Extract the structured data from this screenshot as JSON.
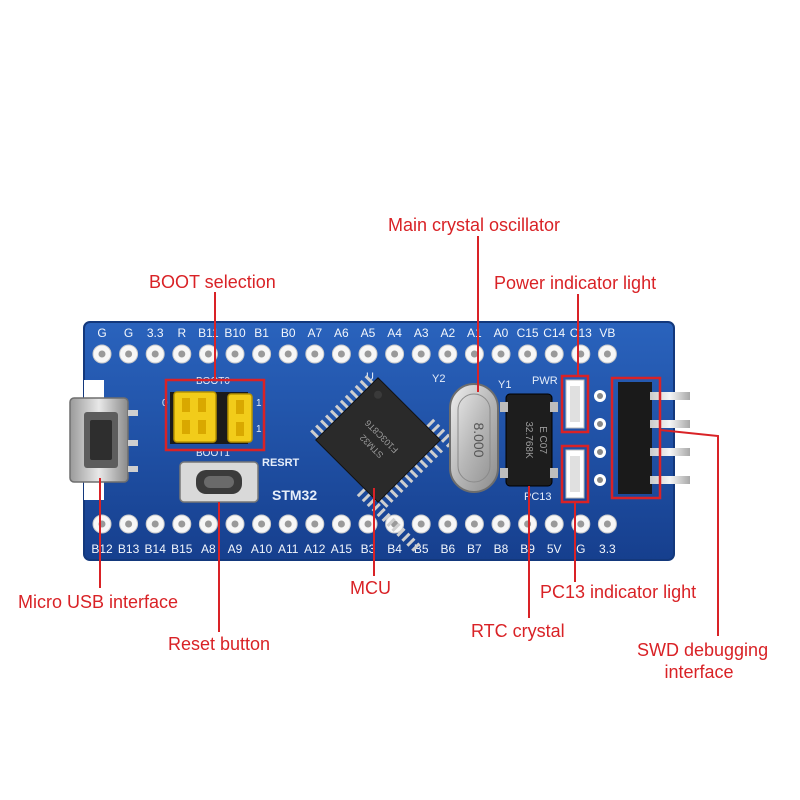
{
  "board": {
    "top_pins": [
      "G",
      "G",
      "3.3",
      "R",
      "B11",
      "B10",
      "B1",
      "B0",
      "A7",
      "A6",
      "A5",
      "A4",
      "A3",
      "A2",
      "A1",
      "A0",
      "C15",
      "C14",
      "C13",
      "VB"
    ],
    "bottom_pins": [
      "B12",
      "B13",
      "B14",
      "B15",
      "A8",
      "A9",
      "A10",
      "A11",
      "A12",
      "A15",
      "B3",
      "B4",
      "B5",
      "B6",
      "B7",
      "B8",
      "B9",
      "5V",
      "G",
      "3.3"
    ],
    "silkscreen": {
      "boot0": "BOOT0",
      "boot1": "BOOT1",
      "resrt": "RESRT",
      "stm32": "STM32",
      "u": "U",
      "y2": "Y2",
      "y1": "Y1",
      "pwr": "PWR",
      "pc13": "PC13",
      "jumper_0": "0",
      "jumper_1a": "1",
      "jumper_1b": "1",
      "chip_text": [
        "STM32",
        "F103C8T6"
      ],
      "crystal_text": "8.000",
      "rtc_text": [
        "32.768K",
        "E C07"
      ]
    },
    "colors": {
      "pcb": "#1b4fa6",
      "pcb_edge": "#13387c",
      "highlight": "#d92226",
      "jumper": "#f2cc1a",
      "chip": "#2a2a2a",
      "crystal": "#c8c8c8",
      "pin_header": "#1a1a1a"
    }
  },
  "callouts": {
    "main_crystal": "Main crystal oscillator",
    "boot_selection": "BOOT selection",
    "power_indicator": "Power indicator light",
    "micro_usb": "Micro USB interface",
    "reset_button": "Reset button",
    "mcu": "MCU",
    "rtc_crystal": "RTC crystal",
    "pc13_indicator": "PC13 indicator light",
    "swd_line1": "SWD debugging",
    "swd_line2": "interface"
  }
}
